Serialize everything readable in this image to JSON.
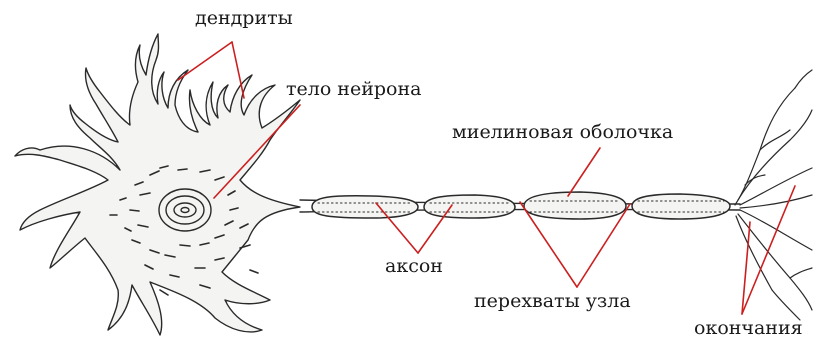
{
  "labels": {
    "dendrites": "дендриты",
    "cell_body": "тело нейрона",
    "myelin_sheath": "миелиновая оболочка",
    "axon": "аксон",
    "nodes": "перехваты узла",
    "endings": "окончания"
  },
  "colors": {
    "ink": "#2a2a2a",
    "leader_lines": "#cc1f1f",
    "cell_fill": "#f4f4f2"
  }
}
